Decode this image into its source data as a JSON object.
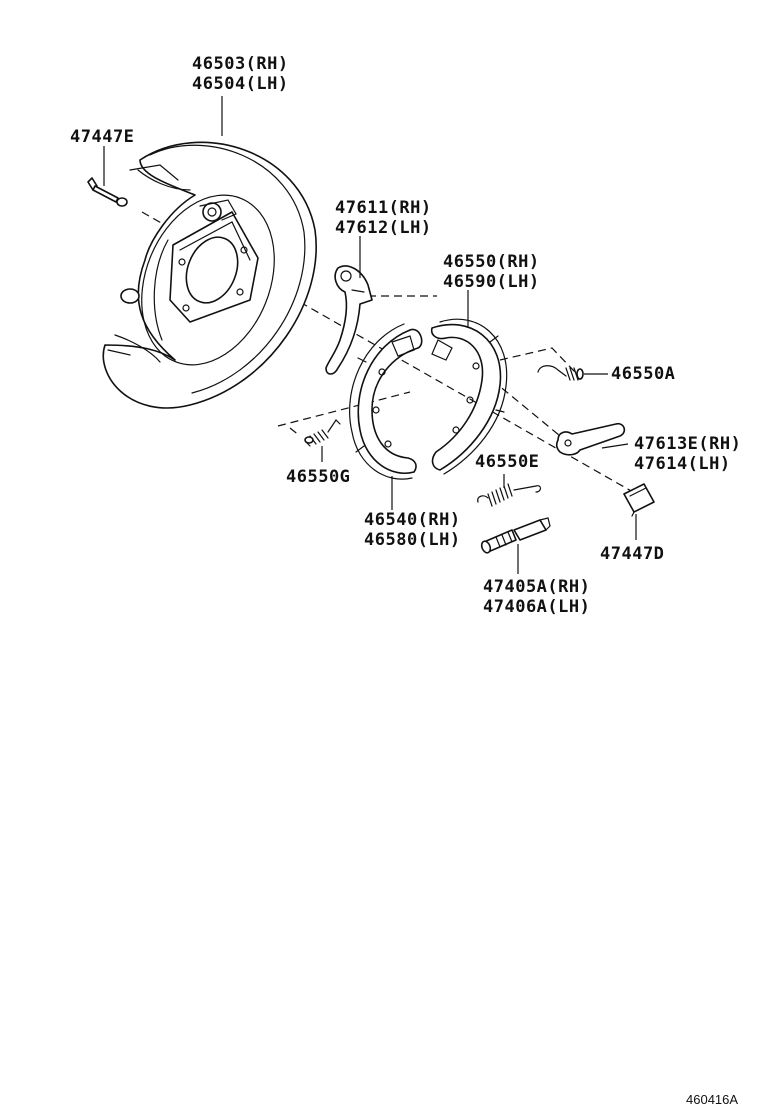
{
  "figure_id": "460416A",
  "labels": {
    "backing_plate_rh": "46503(RH)",
    "backing_plate_lh": "46504(LH)",
    "bolt_e": "47447E",
    "lever_rh": "47611(RH)",
    "lever_lh": "47612(LH)",
    "shoe_rear_rh": "46550(RH)",
    "shoe_rear_lh": "46590(LH)",
    "spring_a": "46550A",
    "strut_rh": "47613E(RH)",
    "strut_lh": "47614(LH)",
    "spring_e": "46550E",
    "spring_g": "46550G",
    "shoe_front_rh": "46540(RH)",
    "shoe_front_lh": "46580(LH)",
    "clip_d": "47447D",
    "adjuster_rh": "47405A(RH)",
    "adjuster_lh": "47406A(LH)"
  }
}
